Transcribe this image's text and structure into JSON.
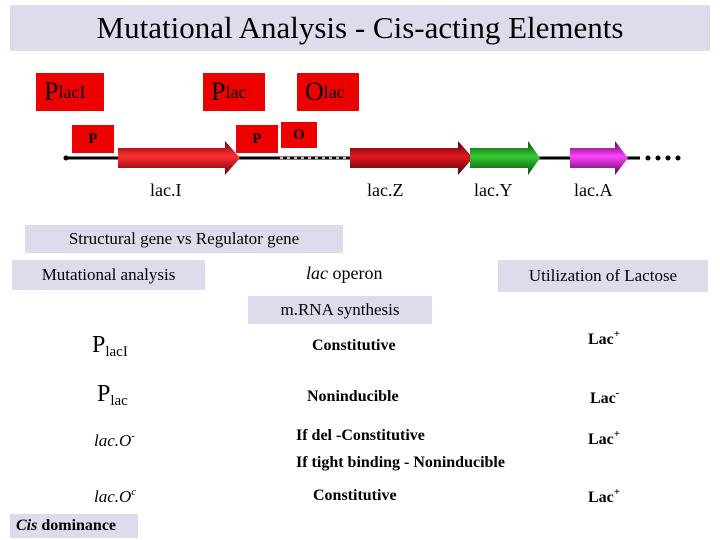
{
  "title": "Mutational Analysis - Cis-acting Elements",
  "top_boxes": {
    "placI": {
      "main": "P",
      "sub": "lacI"
    },
    "plac": {
      "main": "P",
      "sub": "lac"
    },
    "olac": {
      "main": "O",
      "sub": "lac"
    }
  },
  "small_boxes": {
    "p1": "P",
    "p2": "P",
    "o": "O"
  },
  "genes": [
    "lac.I",
    "lac.Z",
    "lac.Y",
    "lac.A"
  ],
  "colors": {
    "red": "#ee0000",
    "gray_box": "#dcdcec",
    "lacI": "#d8101a",
    "lacZ": "#c0101a",
    "lacY": "#1a9a1a",
    "lacA": "#cc22cc"
  },
  "headers": {
    "structural": "Structural gene vs Regulator gene",
    "mutational": "Mutational analysis",
    "lac_word": "lac",
    "operon": " operon",
    "utilization": "Utilization of Lactose",
    "mrna": "m.RNA synthesis"
  },
  "rows": [
    {
      "left_main": "P",
      "left_sub": "lacI",
      "mid": "Constitutive",
      "right": "Lac",
      "right_sup": "+"
    },
    {
      "left_main": "P",
      "left_sub": "lac",
      "mid": "Noninducible",
      "right": "Lac",
      "right_sup": "-"
    },
    {
      "left_main": "lac.O",
      "left_sup": "-",
      "mid1": "If del -Constitutive",
      "mid2": "If tight binding - Noninducible",
      "right": "Lac",
      "right_sup": "+"
    },
    {
      "left_main": "lac.O",
      "left_sup": "c",
      "mid": "Constitutive",
      "right": "Lac",
      "right_sup": "+"
    }
  ],
  "cis": {
    "italic": "Cis",
    "rest": " dominance"
  }
}
